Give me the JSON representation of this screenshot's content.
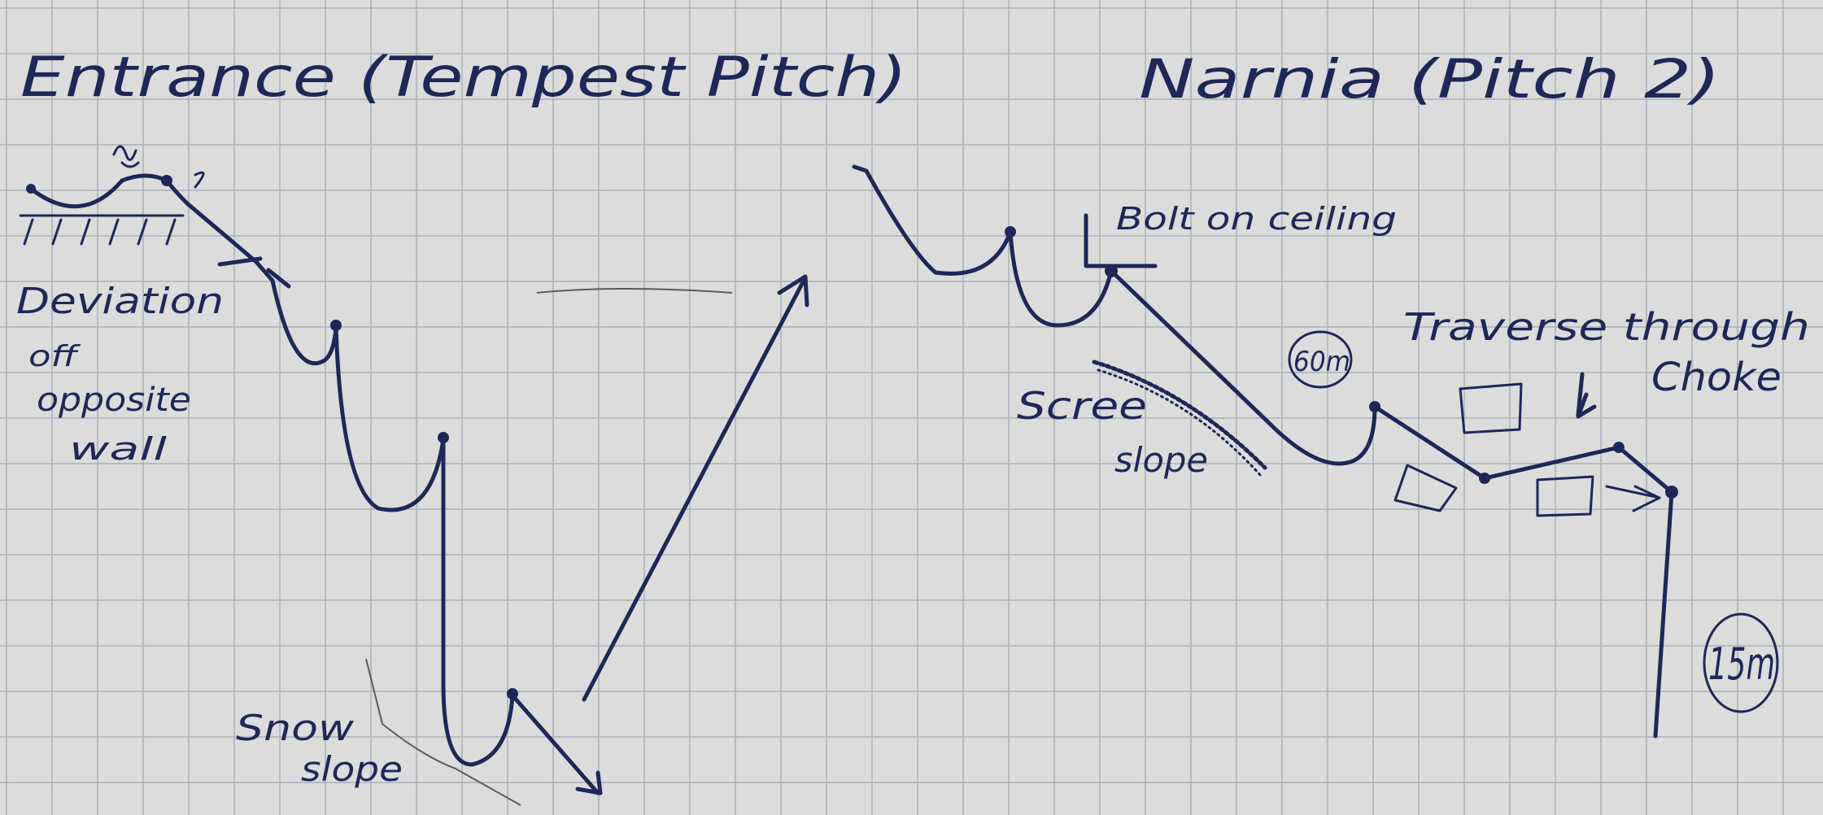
{
  "sheet": {
    "paper_color": "#dcdcdc",
    "grid_color": "#a9b0b8",
    "ink_color": "#1f2757"
  },
  "left_section": {
    "title": "Entrance (Tempest Pitch)",
    "deviation_label": [
      "Deviation",
      "off",
      "opposite",
      "wall"
    ],
    "snow_label": [
      "Snow",
      "slope"
    ]
  },
  "right_section": {
    "title": "Narnia (Pitch 2)",
    "bolt_label": "Bolt on ceiling",
    "scree_label": [
      "Scree",
      "slope"
    ],
    "traverse_label": "Traverse through",
    "choke_label": "Choke",
    "drop_60": "60m",
    "drop_15": "15m"
  }
}
